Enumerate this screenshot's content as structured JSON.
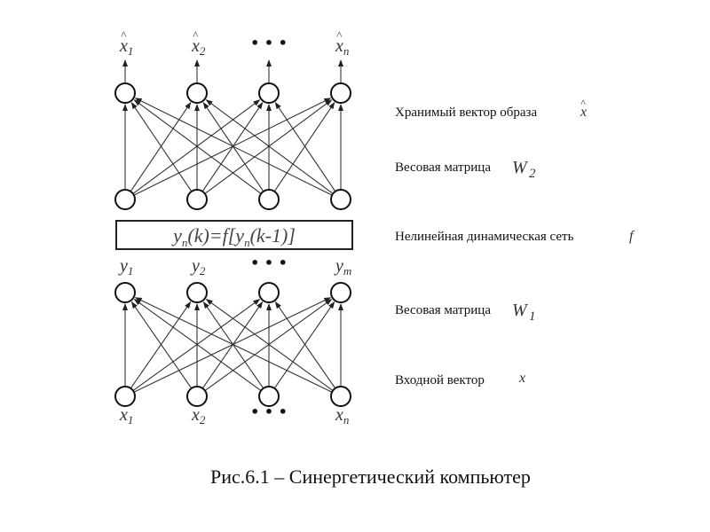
{
  "figure": {
    "caption": "Рис.6.1 – Синергетический компьютер"
  },
  "layers": {
    "output_labels": [
      {
        "base": "x",
        "sub": "1",
        "hat": true
      },
      {
        "base": "x",
        "sub": "2",
        "hat": true
      },
      {
        "ellipsis": true
      },
      {
        "base": "x",
        "sub": "n",
        "hat": true
      }
    ],
    "middle_labels": [
      {
        "base": "y",
        "sub": "1"
      },
      {
        "base": "y",
        "sub": "2"
      },
      {
        "ellipsis": true
      },
      {
        "base": "y",
        "sub": "m"
      }
    ],
    "input_labels": [
      {
        "base": "x",
        "sub": "1"
      },
      {
        "base": "x",
        "sub": "2"
      },
      {
        "ellipsis": true
      },
      {
        "base": "x",
        "sub": "n"
      }
    ],
    "nodes_per_layer": 4,
    "hat_glyph": "^",
    "ellipsis_glyph": "• • •"
  },
  "dynamic_box": {
    "formula_parts": [
      "y",
      "n",
      "(k)=f[y",
      "n",
      "(k-1)]"
    ]
  },
  "legend": [
    {
      "text": "Хранимый вектор образа",
      "symbol": "x",
      "hat": true,
      "sub": ""
    },
    {
      "text": "Весовая матрица",
      "symbol": "W",
      "sub": "2"
    },
    {
      "text": "Нелинейная динамическая сеть",
      "symbol": "f",
      "sub": ""
    },
    {
      "text": "Весовая матрица",
      "symbol": "W",
      "sub": "1"
    },
    {
      "text": "Входной вектор",
      "symbol": "x",
      "sub": ""
    }
  ]
}
